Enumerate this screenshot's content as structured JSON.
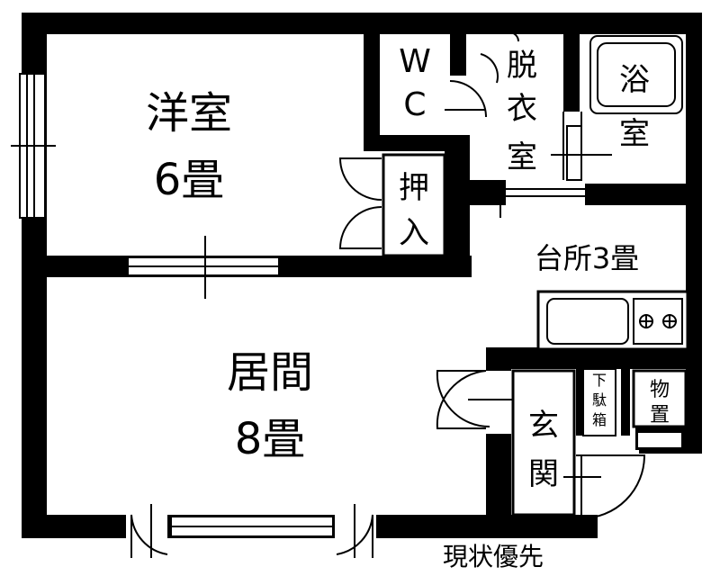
{
  "rooms": {
    "western": {
      "name": "洋室",
      "size": "6畳"
    },
    "wc": {
      "w": "W",
      "c": "C"
    },
    "dressing": {
      "l1": "脱",
      "l2": "衣",
      "l3": "室"
    },
    "bath": {
      "l1": "浴",
      "l2": "室"
    },
    "closet": {
      "l1": "押",
      "l2": "入"
    },
    "kitchen": {
      "label": "台所3畳"
    },
    "living": {
      "name": "居間",
      "size": "8畳"
    },
    "entrance": {
      "l1": "玄",
      "l2": "関"
    },
    "shoe_box": {
      "l1": "下",
      "l2": "駄",
      "l3": "箱"
    },
    "storage": {
      "l1": "物",
      "l2": "置"
    }
  },
  "footer": {
    "note": "現状優先"
  },
  "colors": {
    "wall": "#000000",
    "background": "#ffffff"
  }
}
